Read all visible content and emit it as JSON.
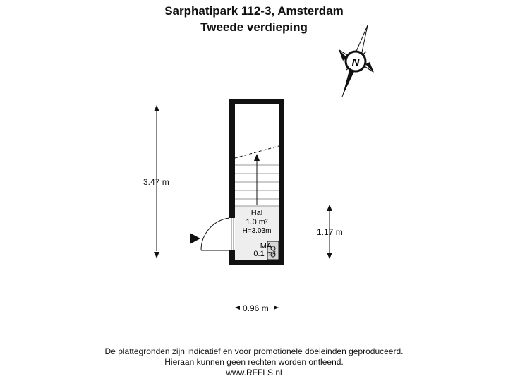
{
  "header": {
    "address": "Sarphatipark 112-3, Amsterdam",
    "floor": "Tweede verdieping"
  },
  "compass": {
    "label": "N",
    "icon": "north-arrow-icon"
  },
  "rooms": [
    {
      "name": "Hal",
      "area": "1.0 m²",
      "height": "H=3.03m"
    },
    {
      "name": "MA",
      "area": "0.1 m²"
    }
  ],
  "dimensions": {
    "height_total": "3.47 m",
    "height_hal": "1.17 m",
    "width": "0.96 m"
  },
  "footer": {
    "line1": "De plattegronden zijn indicatief en voor promotionele doeleinden geproduceerd.",
    "line2": "Hieraan kunnen geen rechten worden ontleend.",
    "line3": "www.RFFLS.nl"
  },
  "colors": {
    "wall": "#111111",
    "room_fill": "#eeeeee",
    "background": "#ffffff"
  }
}
